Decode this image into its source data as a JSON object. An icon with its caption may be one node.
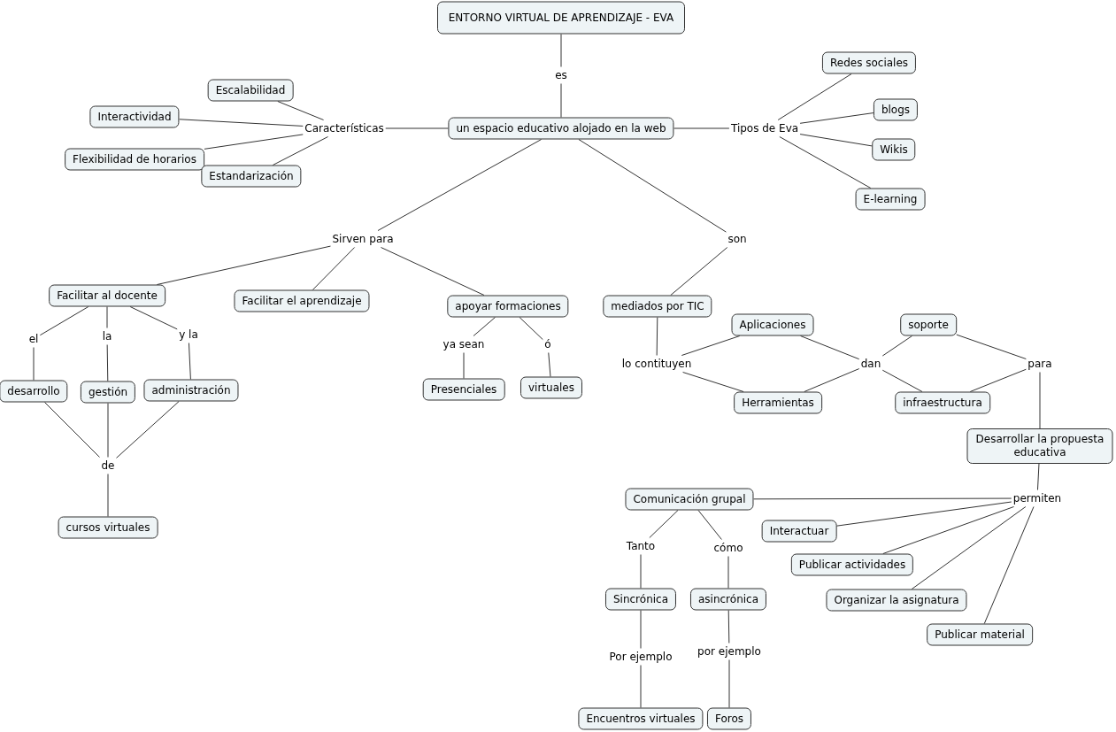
{
  "diagram": {
    "nodes": [
      {
        "text": [
          "ENTORNO VIRTUAL DE APRENDIZAJE - EVA"
        ]
      },
      {
        "text": [
          "es"
        ]
      },
      {
        "text": [
          "un espacio educativo alojado en la web"
        ]
      },
      {
        "text": [
          "Características"
        ]
      },
      {
        "text": [
          "Escalabilidad"
        ]
      },
      {
        "text": [
          "Interactividad"
        ]
      },
      {
        "text": [
          "Flexibilidad de horarios"
        ]
      },
      {
        "text": [
          "Estandarización"
        ]
      },
      {
        "text": [
          "Tipos de Eva"
        ]
      },
      {
        "text": [
          "Redes sociales"
        ]
      },
      {
        "text": [
          "blogs"
        ]
      },
      {
        "text": [
          "Wikis"
        ]
      },
      {
        "text": [
          "E-learning"
        ]
      },
      {
        "text": [
          "Sirven para"
        ]
      },
      {
        "text": [
          "son"
        ]
      },
      {
        "text": [
          "Facilitar al docente"
        ]
      },
      {
        "text": [
          "Facilitar el aprendizaje"
        ]
      },
      {
        "text": [
          "apoyar formaciones"
        ]
      },
      {
        "text": [
          "mediados por TIC"
        ]
      },
      {
        "text": [
          "el"
        ]
      },
      {
        "text": [
          "la"
        ]
      },
      {
        "text": [
          "y la"
        ]
      },
      {
        "text": [
          "desarrollo"
        ]
      },
      {
        "text": [
          "gestión"
        ]
      },
      {
        "text": [
          "administración"
        ]
      },
      {
        "text": [
          "de"
        ]
      },
      {
        "text": [
          "cursos virtuales"
        ]
      },
      {
        "text": [
          "ya sean"
        ]
      },
      {
        "text": [
          "ó"
        ]
      },
      {
        "text": [
          "Presenciales"
        ]
      },
      {
        "text": [
          "virtuales"
        ]
      },
      {
        "text": [
          "lo contituyen"
        ]
      },
      {
        "text": [
          "Aplicaciones"
        ]
      },
      {
        "text": [
          "Herramientas"
        ]
      },
      {
        "text": [
          "dan"
        ]
      },
      {
        "text": [
          "soporte"
        ]
      },
      {
        "text": [
          "infraestructura"
        ]
      },
      {
        "text": [
          "para"
        ]
      },
      {
        "text": [
          "Desarrollar la propuesta educativa"
        ]
      },
      {
        "text": [
          "permiten"
        ]
      },
      {
        "text": [
          "Comunicación grupal"
        ]
      },
      {
        "text": [
          "Interactuar"
        ]
      },
      {
        "text": [
          "Publicar actividades"
        ]
      },
      {
        "text": [
          "Organizar la asignatura"
        ]
      },
      {
        "text": [
          "Publicar material"
        ]
      },
      {
        "text": [
          "Tanto"
        ]
      },
      {
        "text": [
          "cómo"
        ]
      },
      {
        "text": [
          "Sincrónica"
        ]
      },
      {
        "text": [
          "asincrónica"
        ]
      },
      {
        "text": [
          "Por ejemplo"
        ]
      },
      {
        "text": [
          "por ejemplo"
        ]
      },
      {
        "text": [
          "Encuentros virtuales"
        ]
      },
      {
        "text": [
          "Foros"
        ]
      }
    ],
    "edges": [
      {
        "from": 0,
        "to": 1,
        "arrow": "none"
      },
      {
        "from": 1,
        "to": 2,
        "arrow": "none"
      },
      {
        "from": 2,
        "to": 3,
        "arrow": "none"
      },
      {
        "from": 3,
        "to": 4,
        "arrow": "none"
      },
      {
        "from": 3,
        "to": 5,
        "arrow": "none"
      },
      {
        "from": 3,
        "to": 6,
        "arrow": "none"
      },
      {
        "from": 3,
        "to": 7,
        "arrow": "none"
      },
      {
        "from": 2,
        "to": 8,
        "arrow": "none"
      },
      {
        "from": 8,
        "to": 9,
        "arrow": "none"
      },
      {
        "from": 8,
        "to": 10,
        "arrow": "none"
      },
      {
        "from": 8,
        "to": 11,
        "arrow": "none"
      },
      {
        "from": 8,
        "to": 12,
        "arrow": "none"
      },
      {
        "from": 2,
        "to": 13,
        "arrow": "none"
      },
      {
        "from": 2,
        "to": 14,
        "arrow": "none"
      },
      {
        "from": 13,
        "to": 15,
        "arrow": "none"
      },
      {
        "from": 13,
        "to": 16,
        "arrow": "none"
      },
      {
        "from": 13,
        "to": 17,
        "arrow": "none"
      },
      {
        "from": 14,
        "to": 18,
        "arrow": "none"
      },
      {
        "from": 15,
        "to": 19,
        "arrow": "none"
      },
      {
        "from": 15,
        "to": 20,
        "arrow": "none"
      },
      {
        "from": 15,
        "to": 21,
        "arrow": "none"
      },
      {
        "from": 19,
        "to": 22,
        "arrow": "none"
      },
      {
        "from": 20,
        "to": 23,
        "arrow": "none"
      },
      {
        "from": 21,
        "to": 24,
        "arrow": "none"
      },
      {
        "from": 22,
        "to": 25,
        "arrow": "none"
      },
      {
        "from": 23,
        "to": 25,
        "arrow": "none"
      },
      {
        "from": 24,
        "to": 25,
        "arrow": "none"
      },
      {
        "from": 25,
        "to": 26,
        "arrow": "none"
      },
      {
        "from": 17,
        "to": 27,
        "arrow": "none"
      },
      {
        "from": 17,
        "to": 28,
        "arrow": "none"
      },
      {
        "from": 27,
        "to": 29,
        "arrow": "none"
      },
      {
        "from": 28,
        "to": 30,
        "arrow": "none"
      },
      {
        "from": 18,
        "to": 31,
        "arrow": "none"
      },
      {
        "from": 31,
        "to": 32,
        "arrow": "none"
      },
      {
        "from": 31,
        "to": 33,
        "arrow": "none"
      },
      {
        "from": 32,
        "to": 34,
        "arrow": "none"
      },
      {
        "from": 33,
        "to": 34,
        "arrow": "none"
      },
      {
        "from": 34,
        "to": 35,
        "arrow": "none"
      },
      {
        "from": 34,
        "to": 36,
        "arrow": "none"
      },
      {
        "from": 35,
        "to": 37,
        "arrow": "none"
      },
      {
        "from": 36,
        "to": 37,
        "arrow": "none"
      },
      {
        "from": 37,
        "to": 38,
        "arrow": "none"
      },
      {
        "from": 38,
        "to": 39,
        "arrow": "none"
      },
      {
        "from": 39,
        "to": 40,
        "arrow": "none"
      },
      {
        "from": 39,
        "to": 41,
        "arrow": "none"
      },
      {
        "from": 39,
        "to": 42,
        "arrow": "none"
      },
      {
        "from": 39,
        "to": 43,
        "arrow": "none"
      },
      {
        "from": 39,
        "to": 44,
        "arrow": "none"
      },
      {
        "from": 40,
        "to": 45,
        "arrow": "none"
      },
      {
        "from": 40,
        "to": 46,
        "arrow": "none"
      },
      {
        "from": 45,
        "to": 47,
        "arrow": "none"
      },
      {
        "from": 46,
        "to": 48,
        "arrow": "none"
      },
      {
        "from": 47,
        "to": 49,
        "arrow": "none"
      },
      {
        "from": 48,
        "to": 50,
        "arrow": "none"
      },
      {
        "from": 49,
        "to": 51,
        "arrow": "none"
      },
      {
        "from": 50,
        "to": 52,
        "arrow": "none"
      }
    ]
  }
}
